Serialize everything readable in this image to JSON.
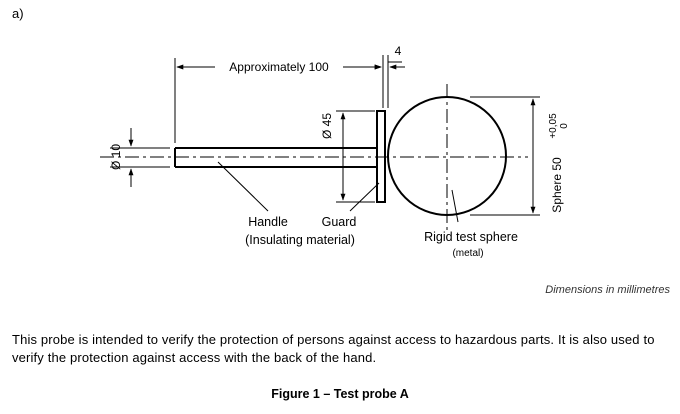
{
  "figure": {
    "panel_label": "a)",
    "dimensions": {
      "length": "Approximately 100",
      "guard_thickness": "4",
      "handle_diameter": "Ø 10",
      "guard_diameter": "Ø 45",
      "sphere_diameter": "Sphere 50",
      "sphere_tol_upper": "+0,05",
      "sphere_tol_lower": "0"
    },
    "labels": {
      "handle": "Handle",
      "handle_material": "(Insulating material)",
      "guard": "Guard",
      "sphere": "Rigid test sphere",
      "sphere_material": "(metal)"
    },
    "units_note": "Dimensions in millimetres"
  },
  "description": "This probe is intended to verify the protection of persons against access to hazardous parts. It is also used to verify the protection against access with the back of the hand.",
  "caption": "Figure 1 – Test probe A"
}
